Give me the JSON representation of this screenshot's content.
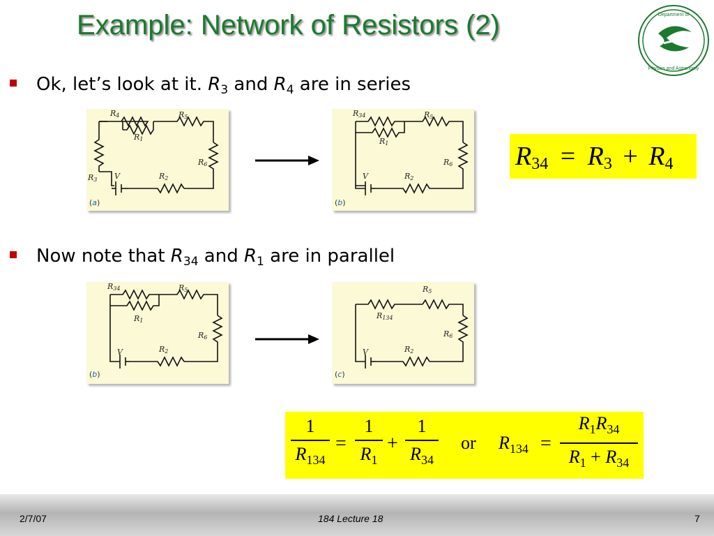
{
  "slide": {
    "title": "Example: Network of Resistors (2)",
    "logo_text": "Department of Physics and Astronomy",
    "bullets": [
      {
        "pre": "Ok, let’s look at it. ",
        "r_a": "R",
        "sub_a": "3",
        "mid": " and ",
        "r_b": "R",
        "sub_b": "4",
        "post": " are in series"
      },
      {
        "pre": "Now note that ",
        "r_a": "R",
        "sub_a": "34",
        "mid": " and ",
        "r_b": "R",
        "sub_b": "1",
        "post": " are in parallel"
      }
    ],
    "panels": {
      "a_label": "a",
      "b_label": "b",
      "c_label": "c"
    },
    "formula1": {
      "lhs": "R",
      "lhs_sub": "34",
      "eq": "=",
      "r1": "R",
      "r1_sub": "3",
      "plus": "+",
      "r2": "R",
      "r2_sub": "4"
    },
    "formula2": {
      "one_a": "1",
      "den_a": "R",
      "den_a_sub": "134",
      "eq1": "=",
      "one_b": "1",
      "den_b": "R",
      "den_b_sub": "1",
      "plus1": "+",
      "one_c": "1",
      "den_c": "R",
      "den_c_sub": "34",
      "or": "or",
      "lhs": "R",
      "lhs_sub": "134",
      "eq2": "=",
      "num_r1": "R",
      "num_r1_sub": "1",
      "num_r2": "R",
      "num_r2_sub": "34",
      "den_r1": "R",
      "den_r1_sub": "1",
      "den_plus": "+",
      "den_r2": "R",
      "den_r2_sub": "34"
    },
    "footer": {
      "date": "2/7/07",
      "center": "184 Lecture 18",
      "page": "7"
    }
  },
  "colors": {
    "title": "#1b7a2e",
    "bullet": "#c00000",
    "formula_bg": "#ffff00",
    "panel_bg": "#fbf9d6",
    "caption_letter": "#1a63b3"
  }
}
